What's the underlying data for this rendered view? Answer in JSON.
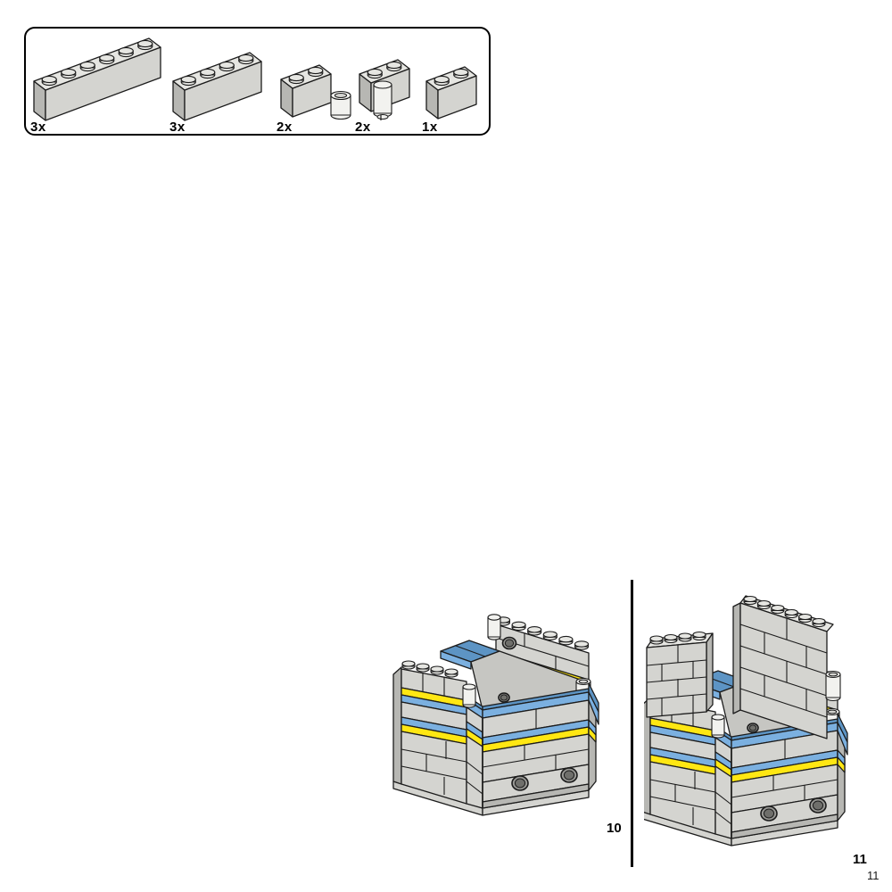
{
  "page": {
    "number": "11"
  },
  "parts_box": {
    "parts": [
      {
        "qty": "3x",
        "name": "brick-1x6"
      },
      {
        "qty": "3x",
        "name": "brick-1x4"
      },
      {
        "qty": "2x",
        "name": "brick-1x2-with-open-stud-tube"
      },
      {
        "qty": "2x",
        "name": "brick-1x2-with-cone-pin"
      },
      {
        "qty": "1x",
        "name": "brick-1x2"
      }
    ]
  },
  "steps": [
    {
      "number": "10",
      "figure": "striped-octagonal-wall-assembly"
    },
    {
      "number": "11",
      "figure": "assembly-with-two-brick-towers"
    }
  ],
  "colors": {
    "brick_gray": "#d4d4d0",
    "brick_gray_light": "#e6e6e2",
    "brick_gray_dark": "#b7b7b3",
    "interior_gray": "#c6c6c2",
    "stripe_blue": "#7bb0e0",
    "stripe_blue_dark": "#5d94c4",
    "stripe_yellow": "#ffe713",
    "piece_white": "#f2f2ef",
    "outline": "#1c1c1c",
    "hole_outer": "#989894",
    "hole_inner": "#6f6f6b",
    "background": "#ffffff"
  }
}
